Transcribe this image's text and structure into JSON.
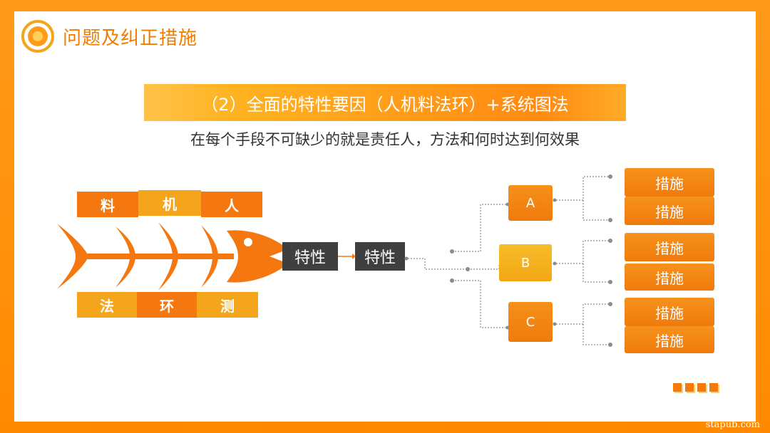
{
  "header": {
    "title": "问题及纠正措施"
  },
  "banner": {
    "title": "（2）全面的特性要因（人机料法环）+系统图法"
  },
  "description": "在每个手段不可缺少的就是责任人，方法和何时达到何效果",
  "fishbone": {
    "top_factors": [
      "料",
      "机",
      "人"
    ],
    "bottom_factors": [
      "法",
      "环",
      "测"
    ]
  },
  "characteristics": [
    "特性",
    "特性"
  ],
  "tree": {
    "nodes": [
      "A",
      "B",
      "C"
    ],
    "measures": [
      "措施",
      "措施",
      "措施",
      "措施",
      "措施",
      "措施"
    ]
  },
  "colors": {
    "accent_orange": "#f4780f",
    "accent_amber": "#f5a51c",
    "dark_box": "#3f3f3f"
  },
  "watermark": "stapub.com"
}
